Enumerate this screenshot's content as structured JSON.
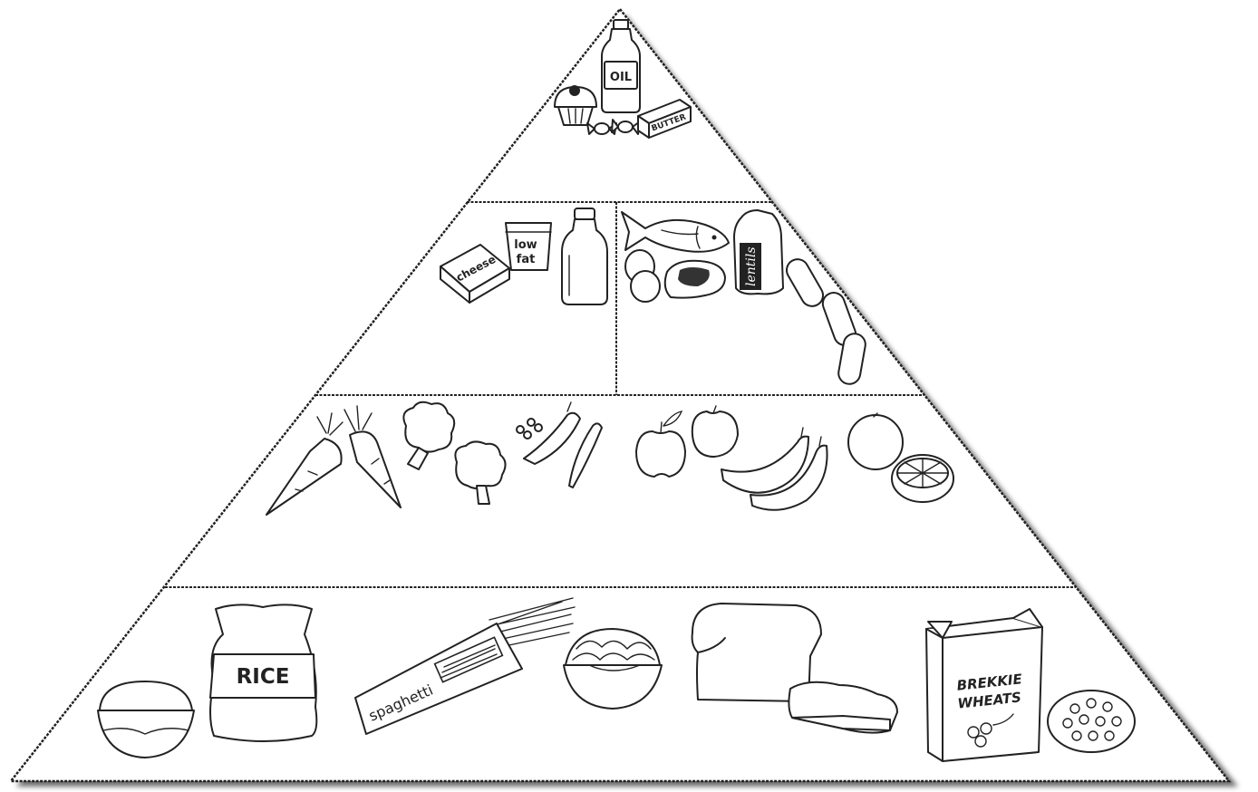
{
  "pyramid": {
    "tiers": [
      {
        "id": "fats-sugars",
        "items": [
          "oil-bottle",
          "cupcake",
          "candies",
          "butter"
        ]
      },
      {
        "id": "dairy",
        "items": [
          "cheese",
          "yogurt",
          "milk-bottle"
        ]
      },
      {
        "id": "protein",
        "items": [
          "fish",
          "eggs",
          "steak",
          "lentils-bag",
          "sausages"
        ]
      },
      {
        "id": "vegetables",
        "items": [
          "carrots",
          "broccoli",
          "peas"
        ]
      },
      {
        "id": "fruits",
        "items": [
          "apples",
          "bananas",
          "orange"
        ]
      },
      {
        "id": "grains",
        "items": [
          "rice-bowl",
          "rice-sack",
          "spaghetti-pack",
          "noodle-bowl",
          "bread-loaf",
          "cereal-box",
          "cereal-bowl"
        ]
      }
    ]
  },
  "labels": {
    "oil": "OIL",
    "butter": "BUTTER",
    "cheese": "cheese",
    "yogurt_line1": "low",
    "yogurt_line2": "fat",
    "lentils": "lentils",
    "rice": "RICE",
    "spaghetti": "spaghetti",
    "cereal_line1": "BREKKIE",
    "cereal_line2": "WHEATS"
  },
  "colors": {
    "outline": "#222222",
    "shadow": "#666666",
    "background": "#ffffff"
  }
}
